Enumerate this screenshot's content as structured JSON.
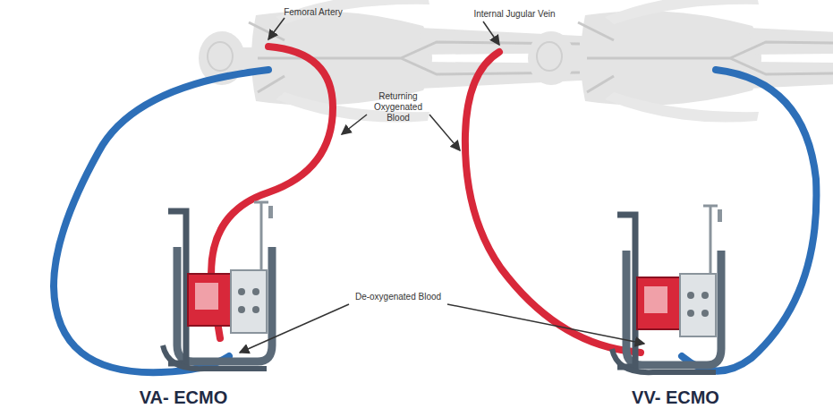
{
  "diagram": {
    "labels": [
      "Femoral Artery",
      "Internal Jugular Vein",
      "Returning Oxygenated Blood",
      "De-oxygenated Blood",
      "VA- ECMO",
      "VV- ECMO"
    ]
  }
}
